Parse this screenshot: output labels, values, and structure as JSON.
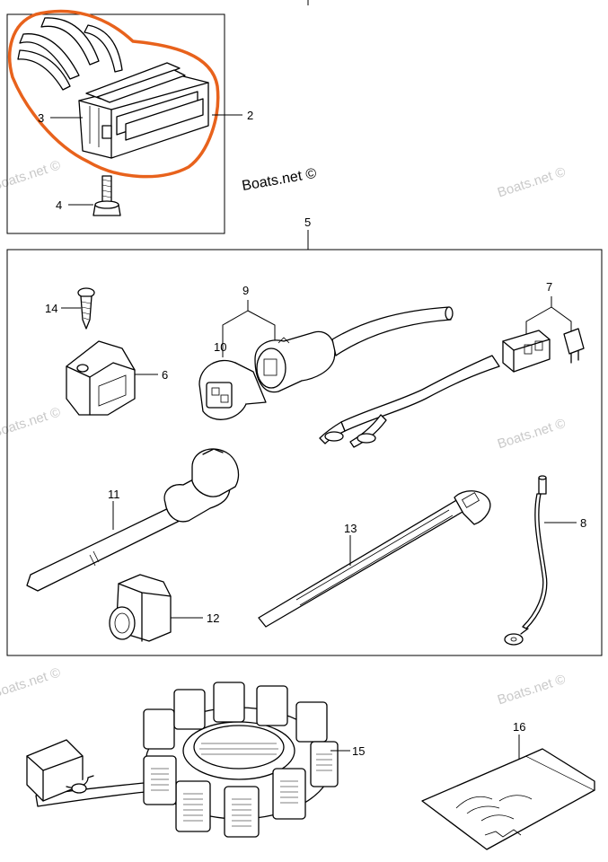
{
  "watermark": "Boats.net ©",
  "callouts": {
    "c2": "2",
    "c3": "3",
    "c4": "4",
    "c5": "5",
    "c6": "6",
    "c7": "7",
    "c8": "8",
    "c9": "9",
    "c10": "10",
    "c11": "11",
    "c12": "12",
    "c13": "13",
    "c14": "14",
    "c15": "15",
    "c16": "16"
  },
  "colors": {
    "highlight": "#e8621c",
    "watermark": "#c9c9c9",
    "line": "#000000"
  }
}
